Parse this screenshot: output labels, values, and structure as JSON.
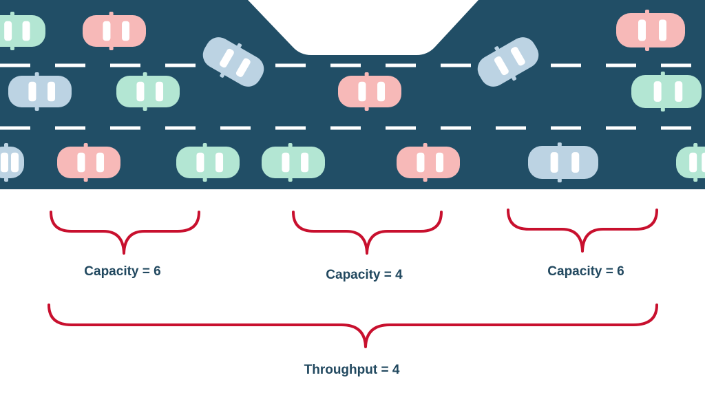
{
  "diagram": {
    "labels": {
      "left_capacity": "Capacity = 6",
      "middle_capacity": "Capacity = 4",
      "right_capacity": "Capacity = 6",
      "throughput": "Throughput = 4"
    },
    "colors": {
      "road": "#214e66",
      "lane_marking": "#ffffff",
      "car_pink": "#f7b9b8",
      "car_green": "#b3e6d3",
      "car_blue": "#bcd3e3",
      "window": "#ffffff",
      "brace": "#c8102e",
      "label_text": "#21485f"
    }
  }
}
